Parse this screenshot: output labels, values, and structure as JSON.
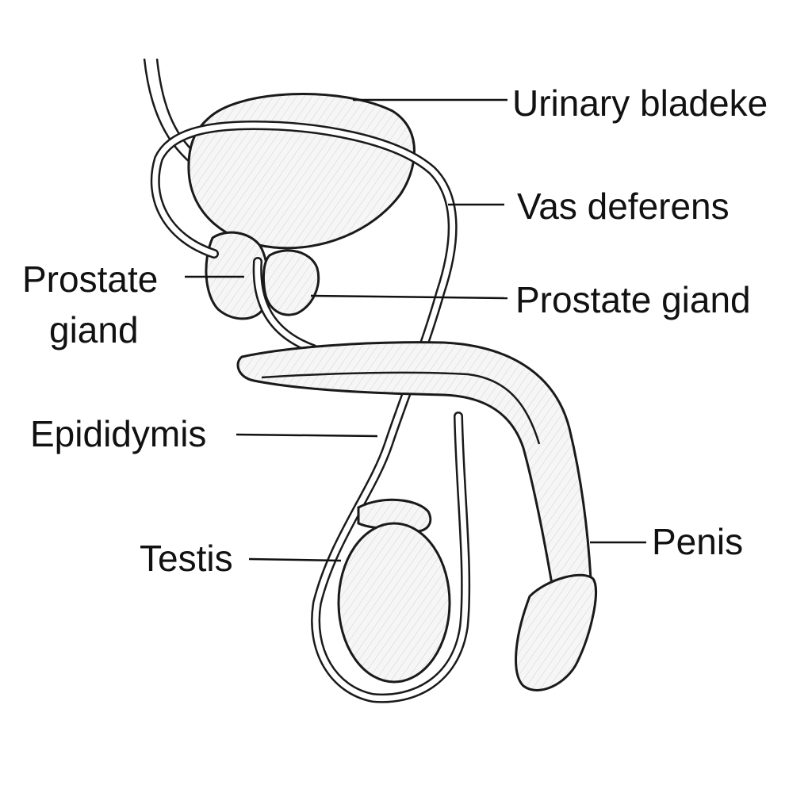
{
  "labels": {
    "urinary_bladder": "Urinary bladeke",
    "vas_deferens": "Vas deferens",
    "prostate_gland_right": "Prostate giand",
    "prostate_gland_left_line1": "Prostate",
    "prostate_gland_left_line2": "giand",
    "epididymis": "Epididymis",
    "testis": "Testis",
    "penis": "Penis"
  },
  "colors": {
    "ink": "#111111",
    "organ_fill": "#f7f7f7",
    "background": "#ffffff"
  }
}
